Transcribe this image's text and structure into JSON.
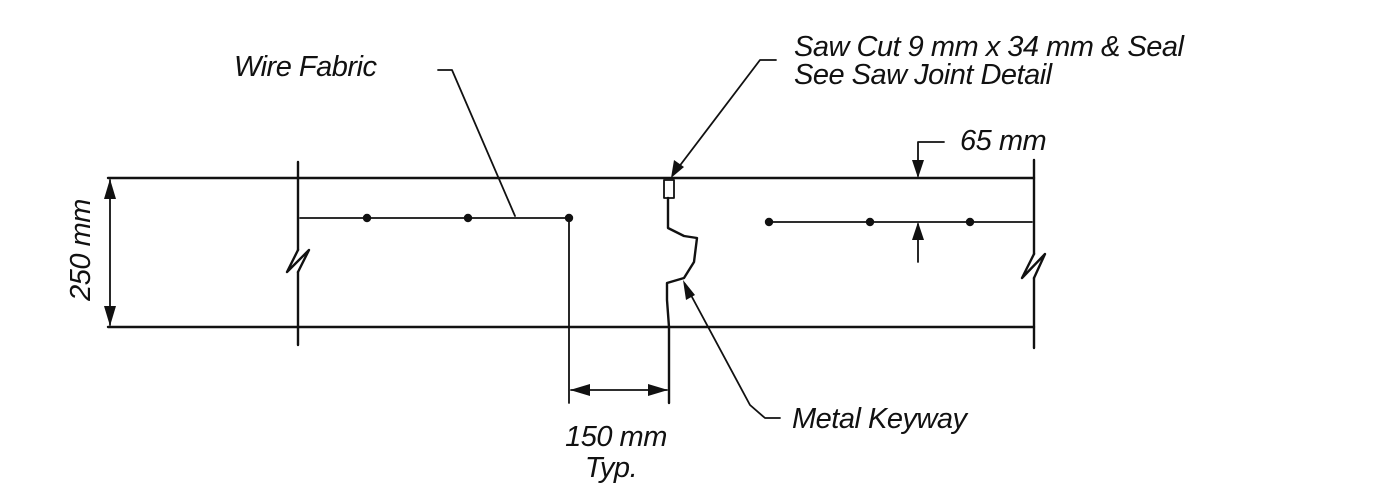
{
  "labels": {
    "wire_fabric": "Wire Fabric",
    "saw_cut_line1": "Saw Cut 9  mm x 34  mm & Seal",
    "saw_cut_line2": "See Saw Joint Detail",
    "cover_dim": "65  mm",
    "slab_thickness": "250 mm",
    "spacing_dim": "150  mm",
    "spacing_typ": "Typ.",
    "metal_keyway": "Metal Keyway"
  }
}
